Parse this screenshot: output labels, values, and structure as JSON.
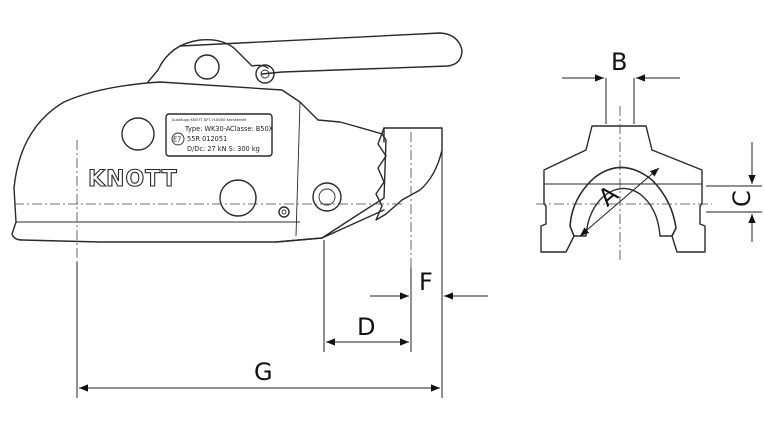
{
  "plate": {
    "line1": "AutoKupp KNOTT KFT. H-8000 Kecskemét",
    "line2": "Type: WK30-A",
    "line2b": "Classe: B50X",
    "mark": "E7",
    "line3": "55R 012051",
    "line4": "D/Dc: 27 kN S: 300 kg"
  },
  "brand": "KNOTT",
  "dimensions": {
    "a": "A",
    "b": "B",
    "c": "C",
    "d": "D",
    "f": "F",
    "g": "G"
  }
}
